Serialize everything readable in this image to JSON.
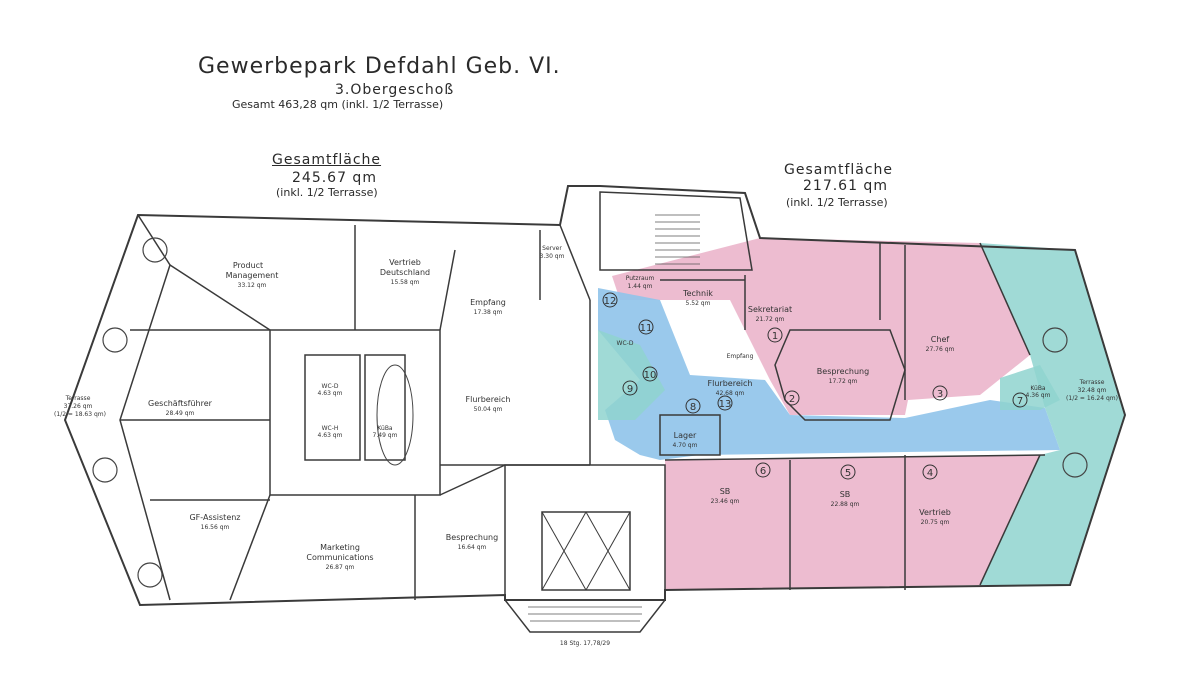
{
  "header": {
    "title": "Gewerbepark Defdahl Geb. VI.",
    "floor": "3.Obergeschoß",
    "total": "Gesamt 463,28 qm (inkl. 1/2 Terrasse)"
  },
  "left_summary": {
    "heading": "Gesamtfläche",
    "area": "245.67 qm",
    "note": "(inkl. 1/2 Terrasse)"
  },
  "right_summary": {
    "heading": "Gesamtfläche",
    "area": "217.61 qm",
    "note": "(inkl. 1/2 Terrasse)"
  },
  "rooms": [
    {
      "name": "Product",
      "name2": "Management",
      "area": "33.12 qm"
    },
    {
      "name": "Vertrieb",
      "name2": "Deutschland",
      "area": "15.58 qm"
    },
    {
      "name": "Empfang",
      "name2": "",
      "area": "17.38 qm"
    },
    {
      "name": "Geschäftsführer",
      "name2": "",
      "area": "28.49 qm"
    },
    {
      "name": "Flurbereich",
      "name2": "",
      "area": "50.04 qm"
    },
    {
      "name": "GF-Assistenz",
      "name2": "",
      "area": "16.56 qm"
    },
    {
      "name": "Marketing",
      "name2": "Communications",
      "area": "26.87 qm"
    },
    {
      "name": "Besprechung",
      "name2": "",
      "area": "16.64 qm"
    },
    {
      "name": "Terrasse",
      "name2": "37.26 qm",
      "area": "(1/2 = 18.63 qm)"
    },
    {
      "name": "WC-D",
      "name2": "",
      "area": "4.63 qm"
    },
    {
      "name": "WC-H",
      "name2": "",
      "area": "4.63 qm"
    },
    {
      "name": "KüBa",
      "name2": "",
      "area": "7.49 qm"
    },
    {
      "name": "Server",
      "name2": "",
      "area": "3.30 qm"
    },
    {
      "name": "Technik",
      "name2": "",
      "area": "5.52 qm"
    },
    {
      "name": "Sekretariat",
      "name2": "",
      "area": "21.72 qm"
    },
    {
      "name": "Besprechung",
      "name2": "",
      "area": "17.72 qm"
    },
    {
      "name": "Chef",
      "name2": "",
      "area": "27.76 qm"
    },
    {
      "name": "Flurbereich",
      "name2": "",
      "area": "42.68 qm"
    },
    {
      "name": "Lager",
      "name2": "",
      "area": "4.70 qm"
    },
    {
      "name": "SB",
      "name2": "",
      "area": "23.46 qm"
    },
    {
      "name": "SB",
      "name2": "",
      "area": "22.88 qm"
    },
    {
      "name": "Vertrieb",
      "name2": "",
      "area": "20.75 qm"
    },
    {
      "name": "KüBa",
      "name2": "",
      "area": "4.36 qm"
    },
    {
      "name": "Terrasse",
      "name2": "32.48 qm",
      "area": "(1/2 = 16.24 qm)"
    },
    {
      "name": "Empfang",
      "name2": "",
      "area": ""
    },
    {
      "name": "WC-D",
      "name2": "",
      "area": ""
    },
    {
      "name": "Putzraum",
      "name2": "",
      "area": "1.44 qm"
    }
  ],
  "room_numbers": [
    "1",
    "2",
    "3",
    "4",
    "5",
    "6",
    "7",
    "8",
    "9",
    "10",
    "11",
    "12",
    "13"
  ],
  "stair_note": "18 Stg. 17,78/29",
  "colors": {
    "pink": "#eab0c8",
    "blue": "#8fc3ea",
    "teal": "#8fd4cf",
    "line": "#3a3a3a"
  }
}
